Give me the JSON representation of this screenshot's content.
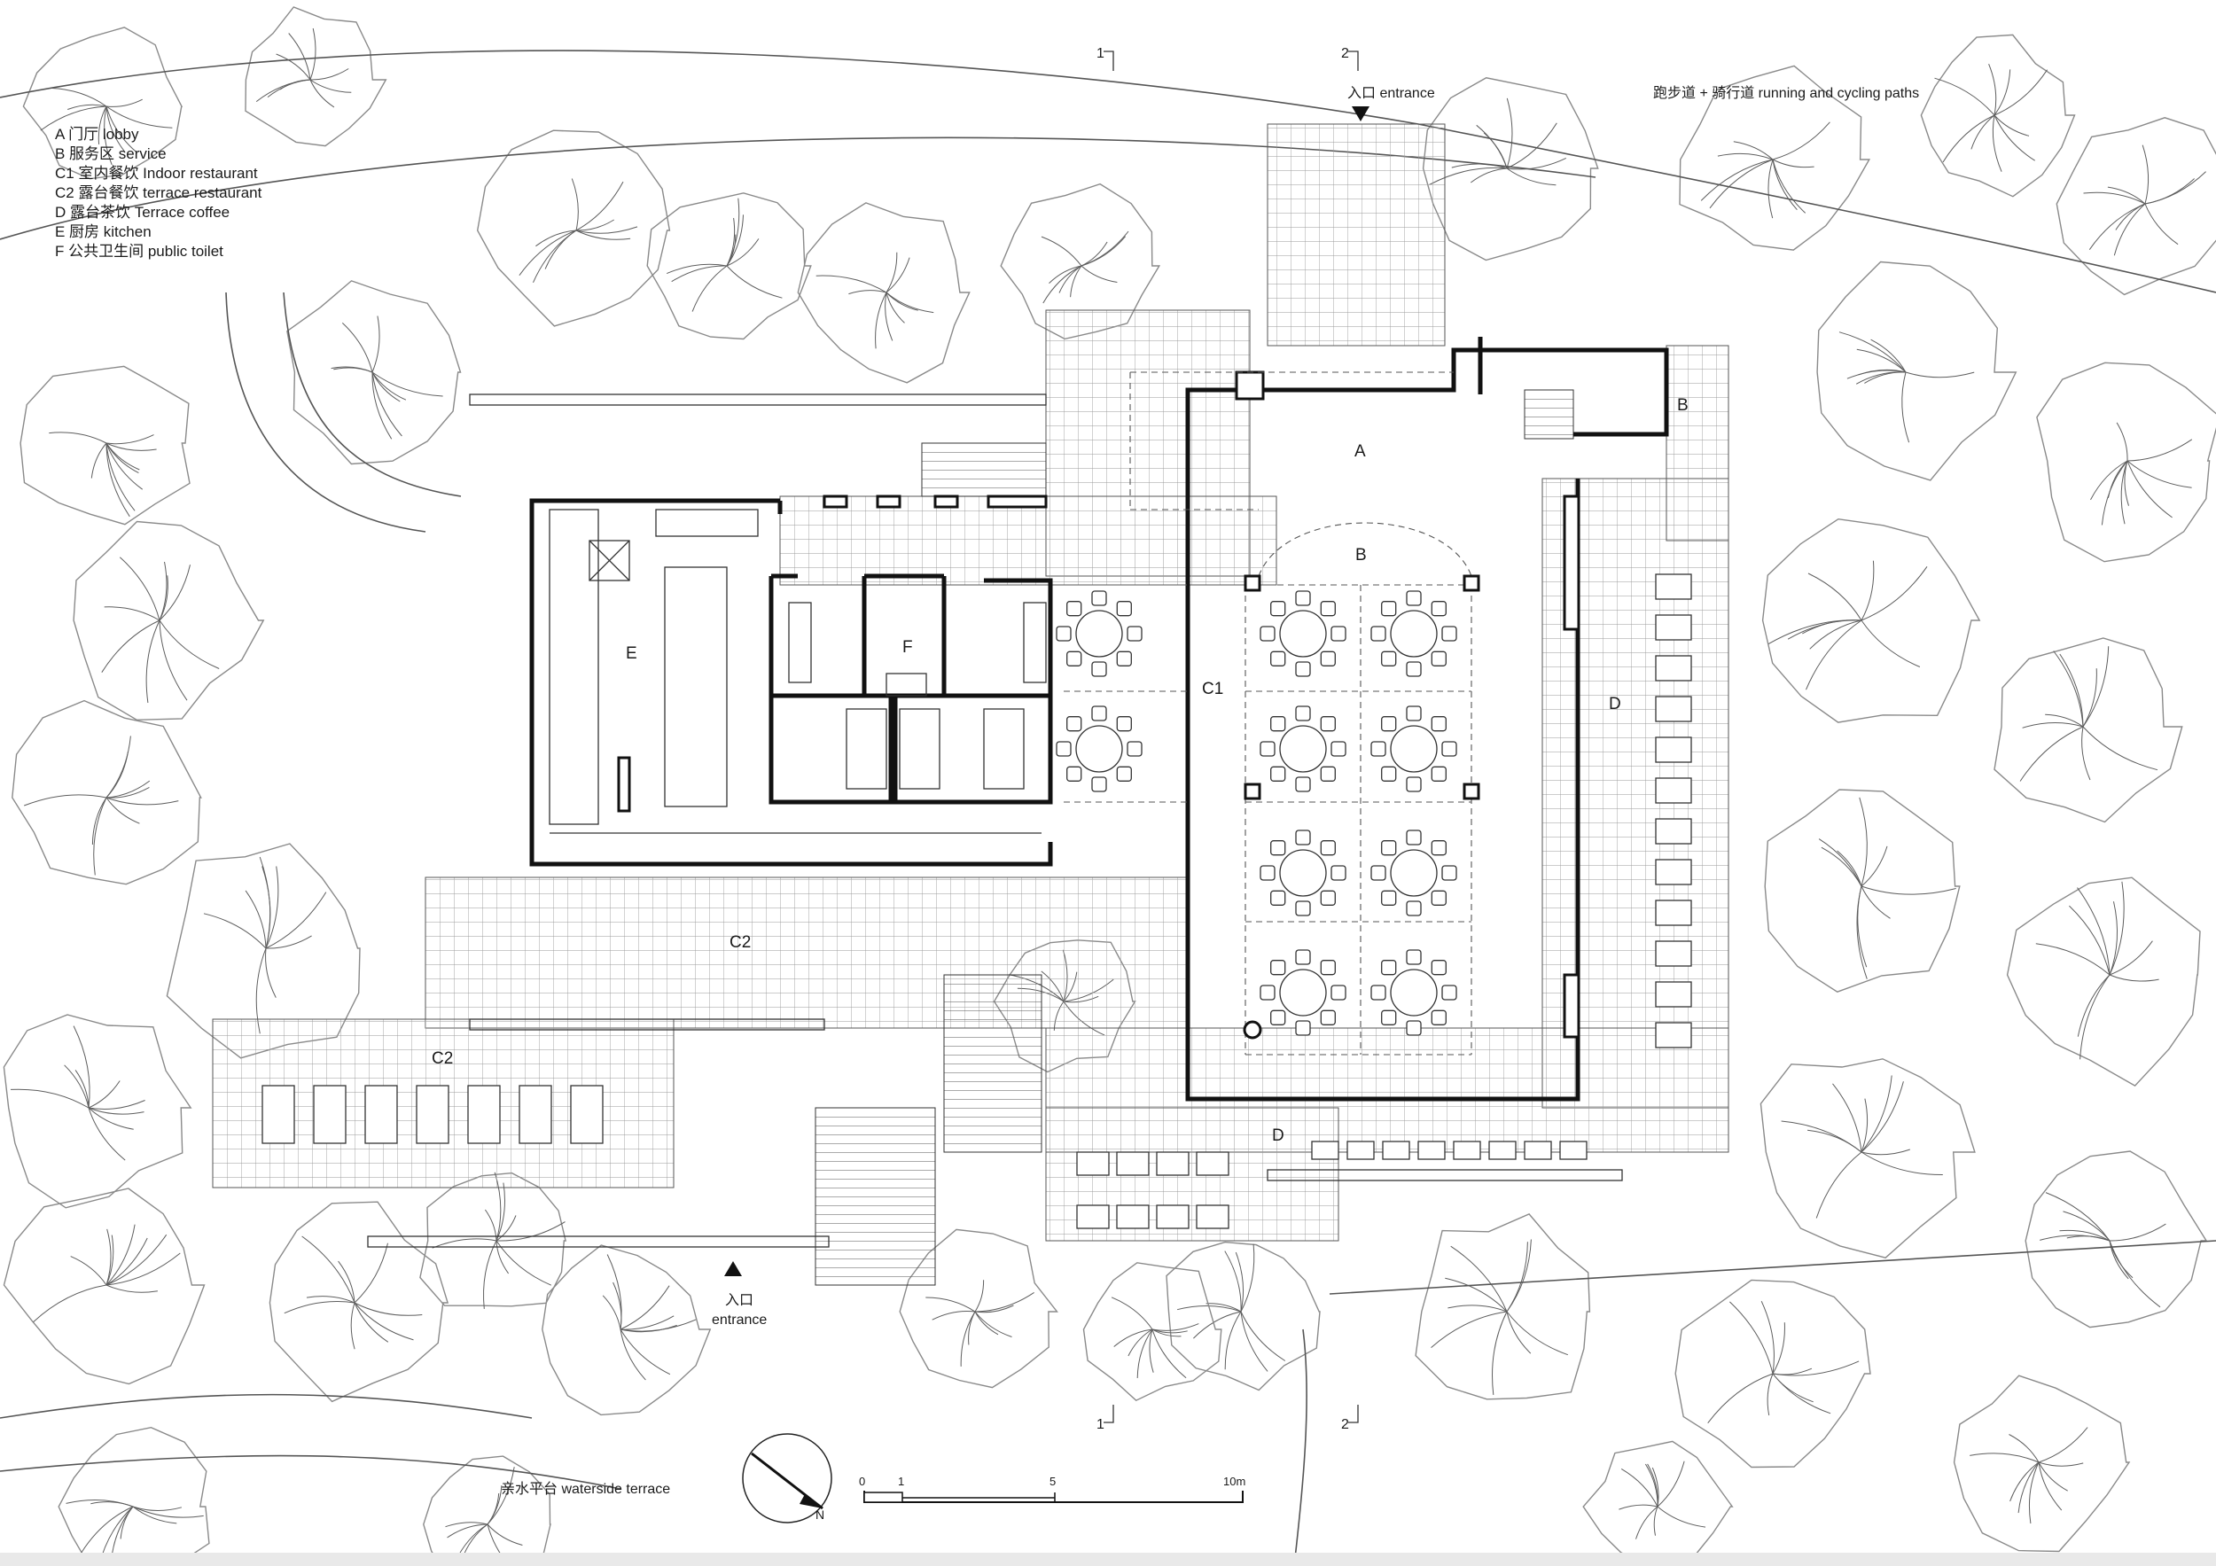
{
  "legend": {
    "A": "A  门厅 lobby",
    "B": "B  服务区 service",
    "C1": "C1 室内餐饮 Indoor restaurant",
    "C2": "C2 露台餐饮 terrace restaurant",
    "D": "D  露台茶饮 Terrace coffee",
    "E": "E  厨房 kitchen",
    "F": "F  公共卫生间 public toilet"
  },
  "entrance_top": "入口 entrance",
  "entrance_bottom_cn": "入口",
  "entrance_bottom_en": "entrance",
  "paths_label": "跑步道 + 骑行道 running and cycling paths",
  "waterside_label": "亲水平台 waterside terrace",
  "rooms": {
    "A": "A",
    "B_main": "B",
    "B_side": "B",
    "C1": "C1",
    "C2_upper": "C2",
    "C2_lower": "C2",
    "D_right": "D",
    "D_bottom": "D",
    "E": "E",
    "F": "F"
  },
  "section_marks": {
    "s1_top": "1",
    "s2_top": "2",
    "s1_bottom": "1",
    "s2_bottom": "2"
  },
  "scale_bar": {
    "t0": "0",
    "t1": "1",
    "t5": "5",
    "t10": "10m"
  },
  "north_arrow_letter": "N"
}
